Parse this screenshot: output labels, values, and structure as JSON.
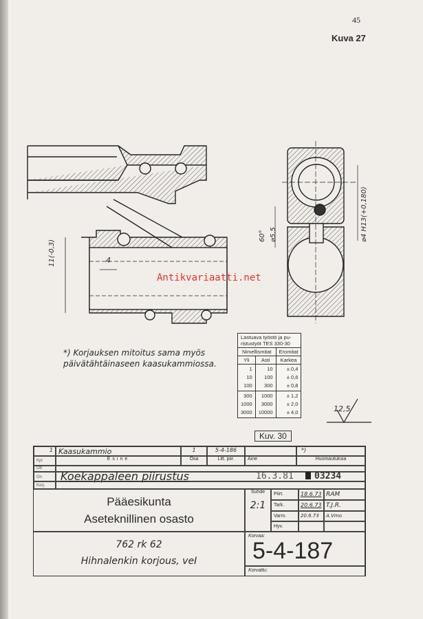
{
  "page_number": "45",
  "figure_label": "Kuva 27",
  "watermark": "Antikvariaatti.net",
  "drawing": {
    "dim_4": "4",
    "dim_11": "11(-0,3)",
    "dim_60": "60°",
    "dim_55": "⌀5,5",
    "dim_h13": "⌀4 H13(+0,180)",
    "note_line1": "*) Korjauksen mitoitus sama myös",
    "note_line2": "päivätähtäinaseen kaasukammiossa.",
    "roughness": "12,5"
  },
  "tolerance_table": {
    "title1": "Lastuava työstö ja pu-",
    "title2": "ristustyöt TES 330-30",
    "head_nominal": "Nimellismitat",
    "head_dev": "Eromitat",
    "col_over": "Yli",
    "col_to": "Asti",
    "col_coarse": "Karkea",
    "group1": {
      "over": "1\n10\n100",
      "to": "10\n100\n300",
      "dev": "± 0,4\n± 0,6\n± 0,8"
    },
    "group2": {
      "over": "300\n1000\n3000",
      "to": "1000\n3000\n10000",
      "dev": "± 1,2\n± 2,0\n± 4,0"
    }
  },
  "figure_ref": "Kuv. 30",
  "title_block": {
    "row1": {
      "qty": "1",
      "item": "Kaasukammio",
      "part": "1",
      "attached": "5-4-186",
      "material": "",
      "remarks": "*)"
    },
    "headers": {
      "qty": "Kpl",
      "item": "Esine",
      "part": "Osa",
      "attached": "Litt. piir.",
      "material": "Aine",
      "remarks": "Huomautuksia"
    },
    "ott_label": "Ott",
    "on_label": "On",
    "korj_label": "Korj.",
    "drawing_type": "Koekappaleen piirustus",
    "stamp": "16.3.81",
    "stamp_number": "03234",
    "org1": "Pääesikunta",
    "org2": "Aseteknillinen osasto",
    "scale_label": "Suhde",
    "scale": "2:1",
    "drawn_label": "Piirt.",
    "drawn_date": "18.6.73",
    "drawn_by": "RAM",
    "checked_label": "Tark.",
    "checked_date": "20.6.73",
    "checked_by": "T.J.R.",
    "verified_label": "Varm.",
    "verified_date": "20.6.73",
    "verified_by": "A.Vmo",
    "approved_label": "Hyv.",
    "weapon": "762 rk 62",
    "title": "Hihnalenkin korjous, veI",
    "replaces_label": "Korvaa:",
    "drawing_number": "5-4-187",
    "replaced_label": "Korvattu:"
  }
}
